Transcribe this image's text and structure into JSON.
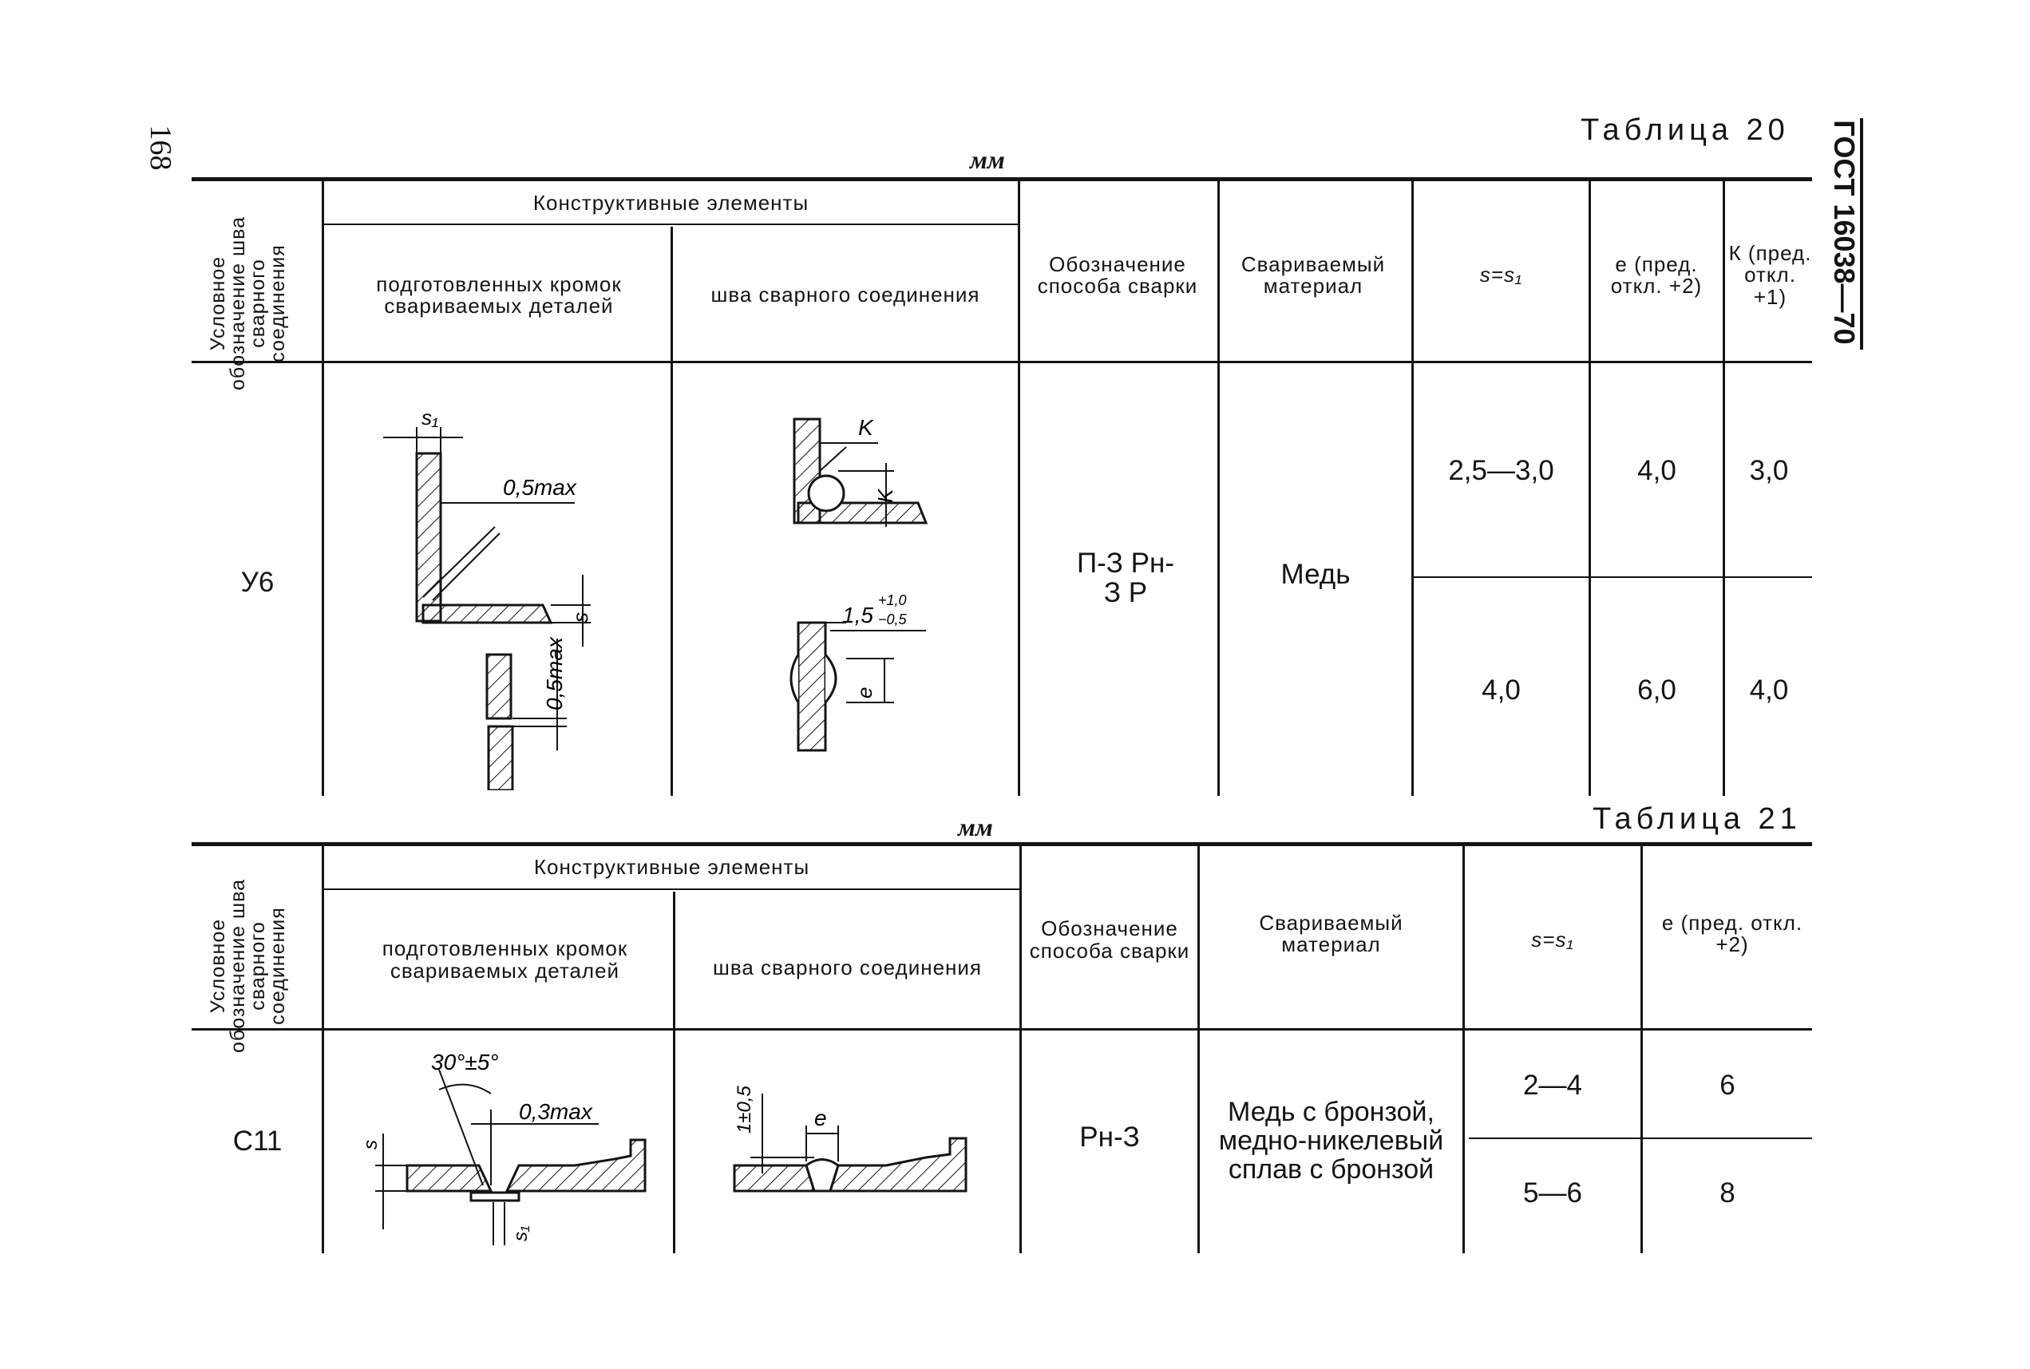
{
  "page_number": "168",
  "standard": "ГОСТ 16038—70",
  "table20": {
    "title": "Таблица 20",
    "units": "мм",
    "headers": {
      "designation": "Условное обозначение шва сварного соединения",
      "elements": "Конструктивные элементы",
      "prepared_edges": "подготовленных кромок свариваемых деталей",
      "weld_seam": "шва сварного соединения",
      "method": "Обозначение способа сварки",
      "material": "Свариваемый материал",
      "thickness": "s=s₁",
      "e_col": "e (пред. откл. +2)",
      "k_col": "К (пред. откл. +1)"
    },
    "row": {
      "designation": "У6",
      "method": "П-З Рн-З Р",
      "material": "Медь",
      "sub_rows": [
        {
          "thickness": "2,5—3,0",
          "e": "4,0",
          "k": "3,0"
        },
        {
          "thickness": "4,0",
          "e": "6,0",
          "k": "4,0"
        }
      ]
    },
    "drawing_labels": {
      "s1": "s₁",
      "gap_max": "0,5max",
      "s": "s",
      "gap_max2": "0,5max",
      "k": "K",
      "e": "e",
      "tol": "1,5",
      "tol_plus": "+1,0",
      "tol_minus": "−0,5"
    }
  },
  "table21": {
    "title": "Таблица 21",
    "units": "мм",
    "headers": {
      "designation": "Условное обозначение шва сварного соединения",
      "elements": "Конструктивные элементы",
      "prepared_edges": "подготовленных кромок свариваемых деталей",
      "weld_seam": "шва сварного соединения",
      "method": "Обозначение способа сварки",
      "material": "Свариваемый материал",
      "thickness": "s=s₁",
      "e_col": "e (пред. откл. +2)"
    },
    "row": {
      "designation": "С11",
      "method": "Рн-З",
      "material": "Медь с бронзой, медно-никелевый сплав с бронзой",
      "sub_rows": [
        {
          "thickness": "2—4",
          "e": "6"
        },
        {
          "thickness": "5—6",
          "e": "8"
        }
      ]
    },
    "drawing_labels": {
      "angle": "30°±5°",
      "gap_max": "0,3max",
      "s": "s",
      "s1": "s₁",
      "height": "1±0,5",
      "e": "e"
    }
  }
}
